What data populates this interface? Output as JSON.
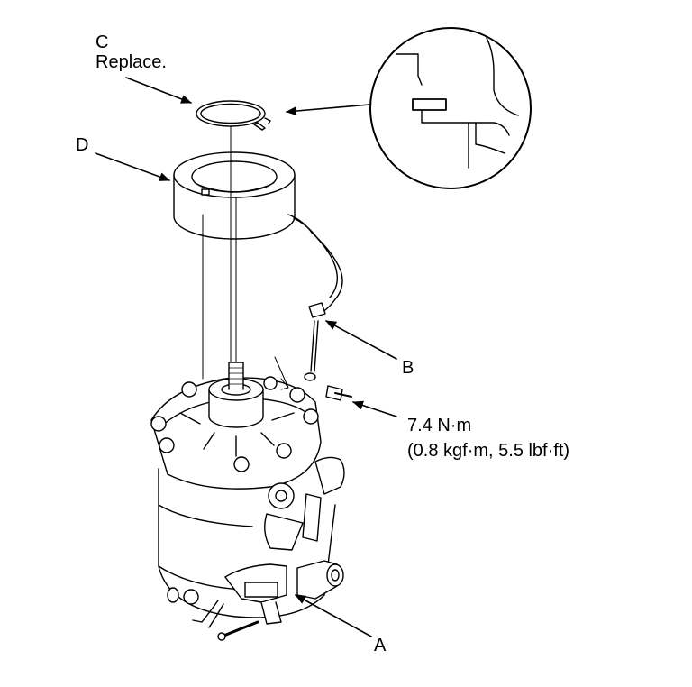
{
  "labels": {
    "c_letter": "C",
    "c_note": "Replace.",
    "d_letter": "D",
    "b_letter": "B",
    "a_letter": "A",
    "torque_value": "7.4 N·m",
    "torque_alt": "(0.8 kgf·m, 5.5 lbf·ft)"
  },
  "colors": {
    "line": "#000000",
    "paper": "#ffffff"
  }
}
